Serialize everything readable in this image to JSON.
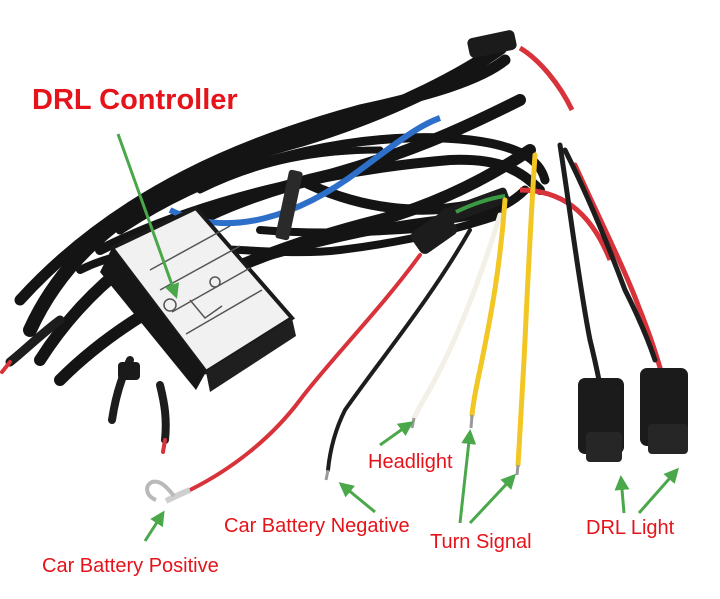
{
  "colors": {
    "label_text": "#e5131a",
    "arrow": "#4aa84a",
    "wire_black": "#141414",
    "wire_red": "#d8323a",
    "wire_yellow": "#f2c623",
    "wire_white": "#f3f0e8",
    "wire_blue": "#2e6fc9",
    "module_body": "#f1f1f1"
  },
  "labels": {
    "drl_controller": "DRL Controller",
    "headlight": "Headlight",
    "car_battery_negative": "Car Battery Negative",
    "turn_signal": "Turn Signal",
    "drl_light": "DRL Light",
    "car_battery_positive": "Car Battery Positive"
  }
}
